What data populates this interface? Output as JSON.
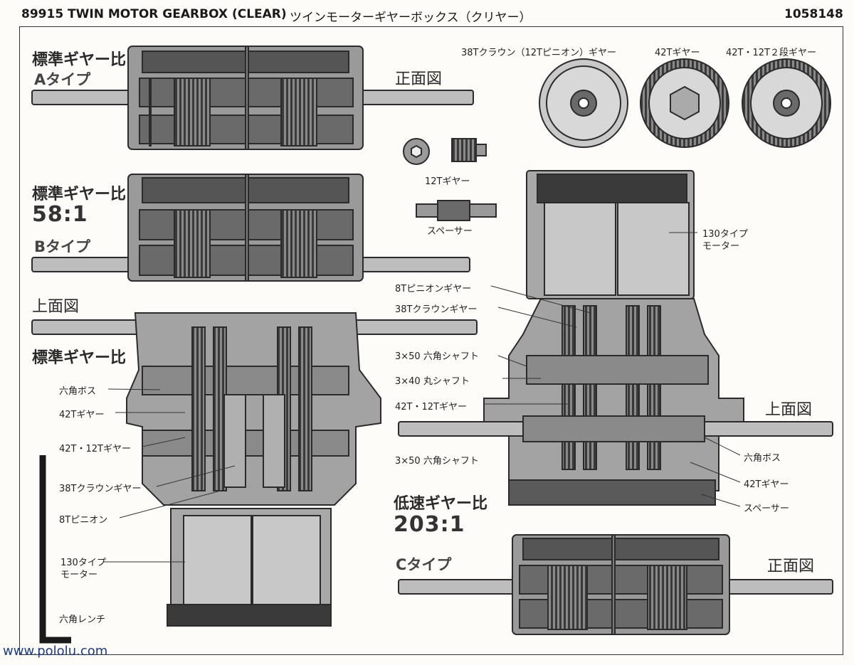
{
  "header": {
    "title_en": "89915  TWIN MOTOR GEARBOX (CLEAR)",
    "title_jp": "ツインモーターギヤーボックス（クリヤー）",
    "code": "1058148"
  },
  "sections": {
    "a_heading": "標準ギヤー比",
    "a_type": "Aタイプ",
    "front_view_top": "正面図",
    "b_heading": "標準ギヤー比",
    "b_ratio": "58:1",
    "b_type": "Bタイプ",
    "top_view_left": "上面図",
    "std_left": "標準ギヤー比",
    "top_view_right": "上面図",
    "low_heading": "低速ギヤー比",
    "low_ratio": "203:1",
    "c_type": "Cタイプ",
    "front_view_bottom": "正面図"
  },
  "gears": {
    "crown_label": "38Tクラウン（12Tピニオン）ギヤー",
    "g42_label": "42Tギヤー",
    "g42_12_label": "42T・12T２段ギヤー",
    "g12_label": "12Tギヤー",
    "spacer_label": "スペーサー"
  },
  "left_callouts": {
    "hex_boss": "六角ボス",
    "gear42": "42Tギヤー",
    "gear42_12": "42T・12Tギヤー",
    "crown38": "38Tクラウンギヤー",
    "pinion8": "8Tピニオン",
    "motor_line1": "130タイプ",
    "motor_line2": "モーター",
    "wrench": "六角レンチ"
  },
  "right_callouts": {
    "motor_line1": "130タイプ",
    "motor_line2": "モーター",
    "pinion8": "8Tピニオンギヤー",
    "crown38": "38Tクラウンギヤー",
    "hex_shaft": "3×50 六角シャフト",
    "round_shaft": "3×40 丸シャフト",
    "gear42_12": "42T・12Tギヤー",
    "hex_shaft2": "3×50 六角シャフト",
    "hex_boss": "六角ボス",
    "gear42": "42Tギヤー",
    "spacer": "スペーサー"
  },
  "footer": {
    "site": "www.pololu.com"
  }
}
